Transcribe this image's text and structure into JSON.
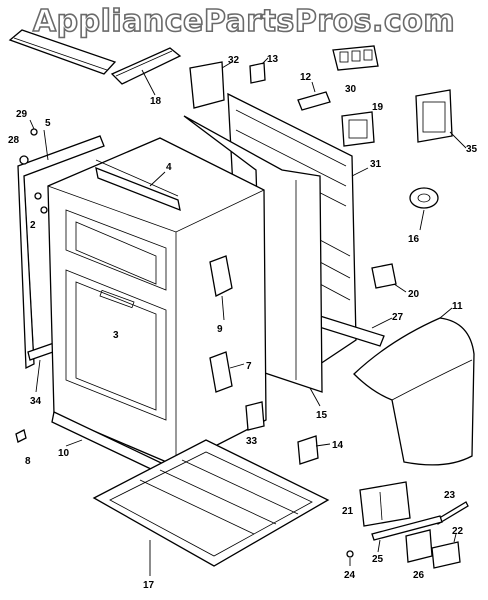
{
  "watermark": "AppliancePartsPros.com",
  "callouts": {
    "c2": "2",
    "c4": "4",
    "c5": "5",
    "c7": "7",
    "c8": "8",
    "c9": "9",
    "c10": "10",
    "c11": "11",
    "c12": "12",
    "c13": "13",
    "c14": "14",
    "c15": "15",
    "c16": "16",
    "c17": "17",
    "c18": "18",
    "c19": "19",
    "c20": "20",
    "c21": "21",
    "c22": "22",
    "c23": "23",
    "c24": "24",
    "c25": "25",
    "c26": "26",
    "c27": "27",
    "c28": "28",
    "c29": "29",
    "c30": "30",
    "c31": "31",
    "c32": "32",
    "c33": "33",
    "c34": "34",
    "c35": "35",
    "c3": "3"
  }
}
